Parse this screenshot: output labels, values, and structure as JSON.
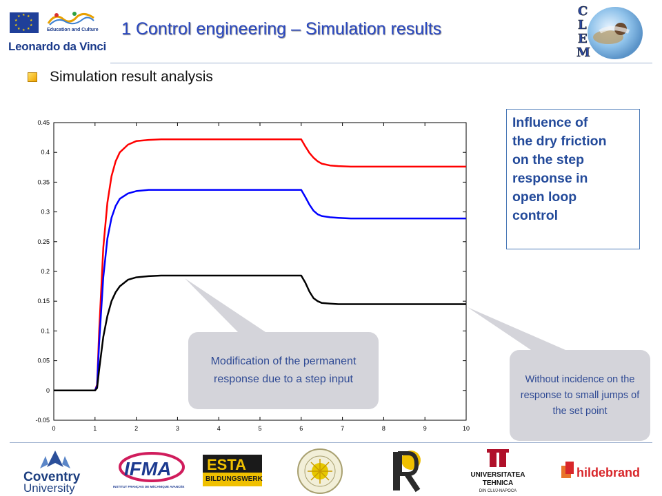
{
  "header": {
    "title": "1 Control engineering – Simulation results",
    "programme_label": "Leonardo da Vinci",
    "edu_label": "Education and Culture",
    "clem_letters": [
      "C",
      "L",
      "E",
      "M"
    ]
  },
  "section": {
    "bullet_text": "Simulation result analysis"
  },
  "info_box": {
    "lines": [
      "Influence of",
      "the dry friction",
      "on the step",
      "response in",
      "open loop",
      "control"
    ]
  },
  "notes": {
    "permanent_response": "Modification of the permanent response due to a step input",
    "set_point": "Without incidence on the response to small jumps of the set point"
  },
  "partners": {
    "coventry": [
      "Coventry",
      "University"
    ],
    "ifma": "IFMA",
    "ifma_sub": "INSTITUT FRANÇAIS DE MÉCANIQUE AVANCÉE",
    "esta": "ESTA",
    "esta_sub": "BILDUNGSWERK",
    "utc": [
      "UNIVERSITATEA",
      "TEHNICA",
      "DIN CLUJ-NAPOCA"
    ],
    "hildebrand": "hildebrand"
  },
  "colors": {
    "title": "#2a48c0",
    "red_series": "#ff0000",
    "blue_series": "#0000ff",
    "black_series": "#000000",
    "note_bg": "#d4d4da",
    "note_text": "#2f4a94",
    "info_text": "#234a9a"
  },
  "chart_data": {
    "type": "line",
    "title": "",
    "xlabel": "",
    "ylabel": "",
    "xlim": [
      0,
      10
    ],
    "ylim": [
      -0.05,
      0.45
    ],
    "xticks": [
      0,
      1,
      2,
      3,
      4,
      5,
      6,
      7,
      8,
      9,
      10
    ],
    "yticks": [
      -0.05,
      0,
      0.05,
      0.1,
      0.15,
      0.2,
      0.25,
      0.3,
      0.35,
      0.4,
      0.45
    ],
    "ytick_labels": [
      "-0.05",
      "0",
      "0.05",
      "0.1",
      "0.15",
      "0.2",
      "0.25",
      "0.3",
      "0.35",
      "0.4",
      "0.45"
    ],
    "grid": false,
    "legend": "none",
    "series": [
      {
        "color": "#ff0000",
        "x": [
          0,
          0.9,
          1.0,
          1.05,
          1.1,
          1.2,
          1.3,
          1.4,
          1.5,
          1.6,
          1.8,
          2.0,
          2.3,
          2.6,
          3.0,
          4.0,
          5.0,
          6.0,
          6.1,
          6.2,
          6.3,
          6.4,
          6.5,
          6.7,
          6.9,
          7.2,
          8.0,
          9.0,
          10.0
        ],
        "y": [
          0,
          0,
          0,
          0.01,
          0.1,
          0.24,
          0.315,
          0.36,
          0.385,
          0.4,
          0.413,
          0.419,
          0.421,
          0.422,
          0.422,
          0.422,
          0.422,
          0.422,
          0.41,
          0.399,
          0.391,
          0.385,
          0.381,
          0.378,
          0.377,
          0.376,
          0.376,
          0.376,
          0.376
        ]
      },
      {
        "color": "#0000ff",
        "x": [
          0,
          0.9,
          1.0,
          1.05,
          1.1,
          1.2,
          1.3,
          1.4,
          1.5,
          1.6,
          1.8,
          2.0,
          2.3,
          2.6,
          3.0,
          4.0,
          5.0,
          6.0,
          6.1,
          6.2,
          6.3,
          6.4,
          6.5,
          6.7,
          6.9,
          7.2,
          8.0,
          9.0,
          10.0
        ],
        "y": [
          0,
          0,
          0,
          0.008,
          0.08,
          0.19,
          0.255,
          0.29,
          0.31,
          0.322,
          0.331,
          0.335,
          0.337,
          0.337,
          0.337,
          0.337,
          0.337,
          0.337,
          0.325,
          0.312,
          0.302,
          0.296,
          0.293,
          0.291,
          0.29,
          0.289,
          0.289,
          0.289,
          0.289
        ]
      },
      {
        "color": "#000000",
        "x": [
          0,
          0.9,
          1.0,
          1.05,
          1.1,
          1.2,
          1.3,
          1.4,
          1.5,
          1.6,
          1.8,
          2.0,
          2.3,
          2.6,
          3.0,
          4.0,
          5.0,
          6.0,
          6.1,
          6.2,
          6.3,
          6.4,
          6.5,
          6.7,
          6.9,
          7.2,
          8.0,
          9.0,
          10.0
        ],
        "y": [
          0,
          0,
          0,
          0.004,
          0.035,
          0.09,
          0.125,
          0.15,
          0.165,
          0.175,
          0.186,
          0.19,
          0.192,
          0.193,
          0.193,
          0.193,
          0.193,
          0.193,
          0.181,
          0.166,
          0.155,
          0.15,
          0.147,
          0.146,
          0.145,
          0.145,
          0.145,
          0.145,
          0.145
        ]
      }
    ]
  }
}
